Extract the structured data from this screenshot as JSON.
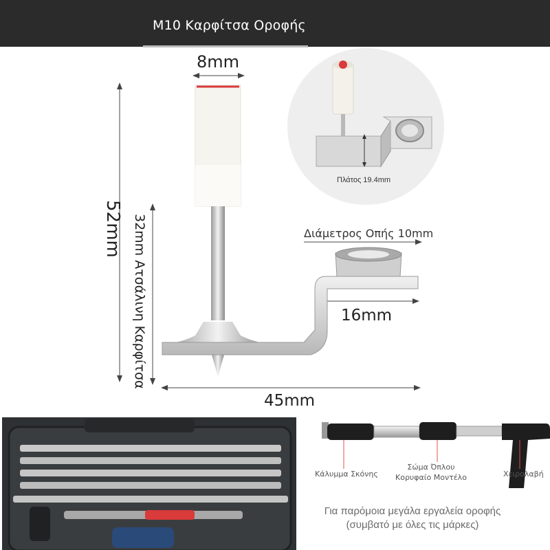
{
  "header": {
    "title": "M10 Καρφίτσα Οροφής"
  },
  "dimensions": {
    "top_width": "8mm",
    "total_height": "52mm",
    "nail_length": "32mm Ατσάλινη Καρφίτσα",
    "hole_diameter": "Διάμετρος Οπής 10mm",
    "bracket_width": "16mm",
    "total_length": "45mm"
  },
  "inset": {
    "caption": "Πλάτος 19.4mm"
  },
  "gun": {
    "dust_cover": "Κάλυμμα Σκόνης",
    "body_line1": "Σώμα Όπλου",
    "body_line2": "Κορυφαίο Μοντέλο",
    "handle": "Χειρολαβή"
  },
  "note": {
    "line1": "Για παρόμοια μεγάλα εργαλεία οροφής",
    "line2": "(συμβατό με όλες τις μάρκες)"
  },
  "colors": {
    "header_bg": "#2b2b2b",
    "accent_red": "#d93a3a",
    "steel": "#c8c8c8"
  }
}
